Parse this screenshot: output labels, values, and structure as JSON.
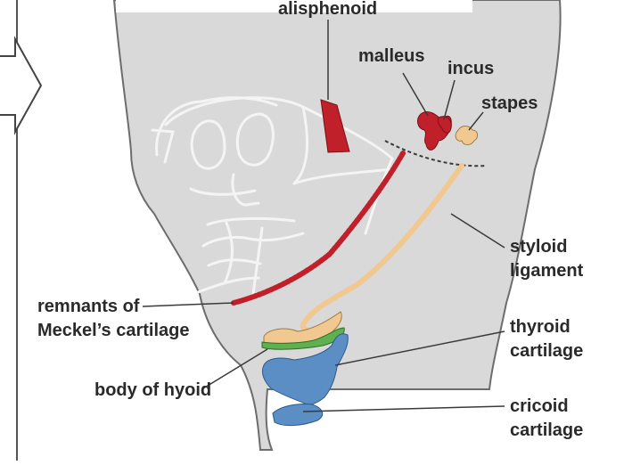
{
  "labels": {
    "alisphenoid": "alisphenoid",
    "malleus": "malleus",
    "incus": "incus",
    "stapes": "stapes",
    "styloid_line1": "styloid",
    "styloid_line2": "ligament",
    "meckel_line1": "remnants of",
    "meckel_line2": "Meckel’s cartilage",
    "thyroid_line1": "thyroid",
    "thyroid_line2": "cartilage",
    "hyoid": "body of hyoid",
    "cricoid_line1": "cricoid",
    "cricoid_line2": "cartilage"
  },
  "colors": {
    "head_fill": "#d9d9d9",
    "head_outline": "#6d6d6d",
    "skull_lines": "#f4f4f4",
    "bone_red": "#c0202a",
    "styloid_tan": "#f0c890",
    "hyoid_green": "#5fb04f",
    "cartilage_blue": "#5b8ec4",
    "leader": "#3a3a3a"
  }
}
